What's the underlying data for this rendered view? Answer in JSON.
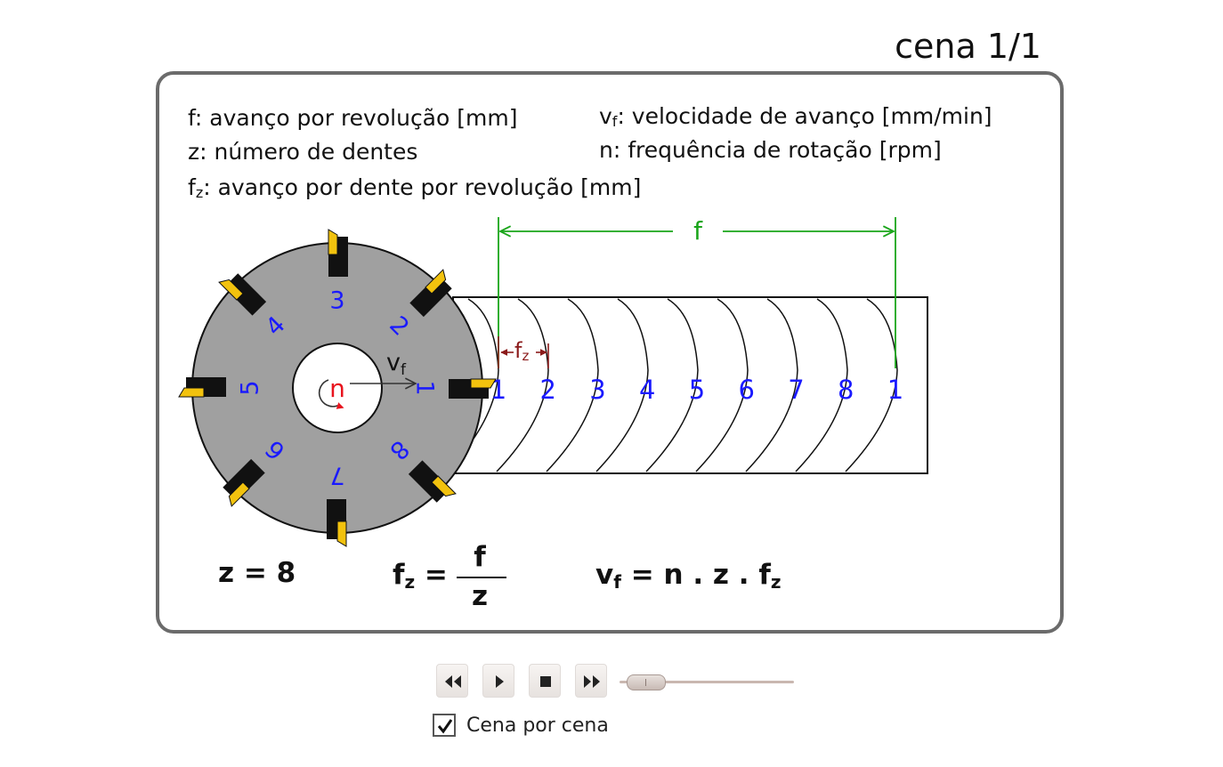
{
  "header": {
    "scene_label": "cena 1/1"
  },
  "legend": {
    "f": {
      "symbol": "f",
      "text": ": avanço por revolução [mm]"
    },
    "z": {
      "symbol": "z",
      "text": ": número de dentes"
    },
    "fz": {
      "symbol": "f",
      "sub": "z",
      "text": ": avanço por dente por revolução [mm]"
    },
    "vf": {
      "symbol": "v",
      "sub": "f",
      "text": ": velocidade de avanço [mm/min]"
    },
    "n": {
      "symbol": "n",
      "text": ": frequência de rotação [rpm]"
    }
  },
  "diagram": {
    "f_dimension_label": "f",
    "fz_symbol": "f",
    "fz_sub": "z",
    "vf_symbol": "v",
    "vf_sub": "f",
    "n_label": "n",
    "cutter_tooth_numbers": [
      "1",
      "2",
      "3",
      "4",
      "5",
      "6",
      "7",
      "8"
    ],
    "mark_numbers": [
      "1",
      "2",
      "3",
      "4",
      "5",
      "6",
      "7",
      "8",
      "1"
    ]
  },
  "formulas": {
    "z_eq": "z = 8",
    "fz_lhs": "f",
    "fz_lhs_sub": "z",
    "fz_eq": " =",
    "fz_num": "f",
    "fz_den": "z",
    "vf_lhs": "v",
    "vf_lhs_sub": "f",
    "vf_rhs": " = n . z . f",
    "vf_rhs_sub": "z"
  },
  "colors": {
    "dimension_green": "#1aa51a",
    "fz_darkred": "#8b1a1a",
    "number_blue": "#1a1aff",
    "n_red": "#e8141e",
    "cutter_gray": "#a0a0a0",
    "insert_yellow": "#f2c20e"
  },
  "controls": {
    "buttons": [
      "rewind-icon",
      "play-icon",
      "stop-icon",
      "fast-forward-icon"
    ],
    "progress": 0.05,
    "checkbox_label": "Cena por cena",
    "checkbox_checked": true
  }
}
